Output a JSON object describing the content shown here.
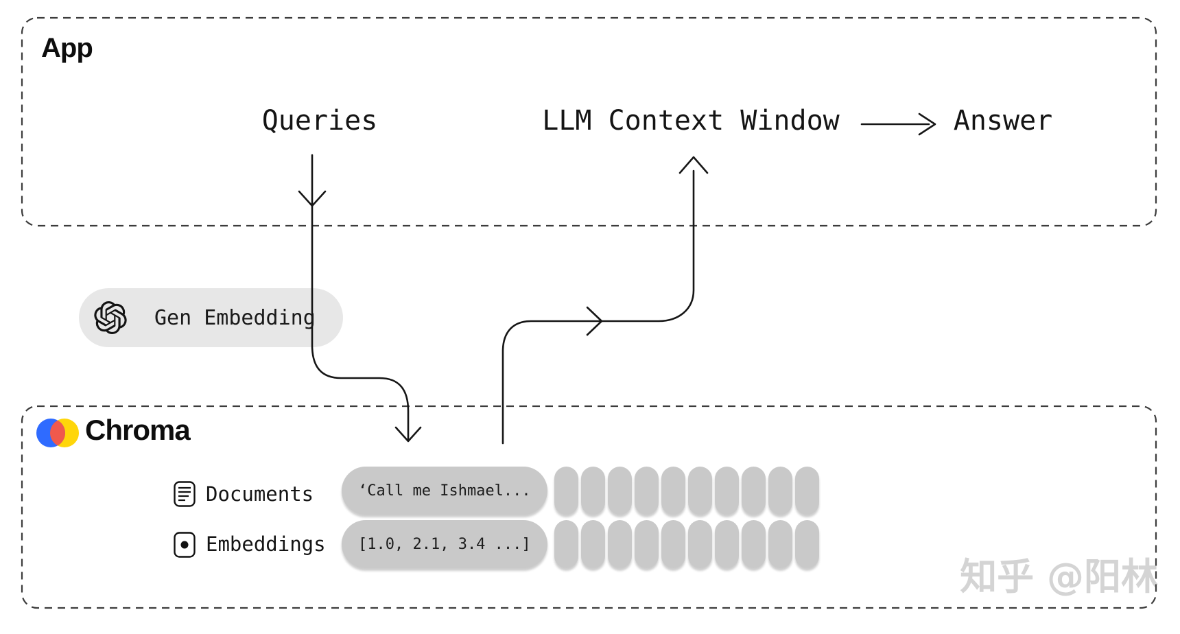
{
  "colors": {
    "line": "#161616",
    "border": "#3c3c3c",
    "pill_gray": "#c9c9c9",
    "light_pill": "#e7e7e7",
    "chroma_blue": "#2f6bff",
    "chroma_yellow": "#ffd60a",
    "chroma_red": "#f0594c",
    "watermark": "#d4d4d4",
    "text": "#111111"
  },
  "app": {
    "title": "App",
    "queries_label": "Queries",
    "llm_label": "LLM Context Window",
    "answer_label": "Answer"
  },
  "gen_embedding": {
    "label": "Gen Embedding",
    "icon": "openai-icon"
  },
  "chroma": {
    "title": "Chroma",
    "logo_icon": "chroma-logo-icon",
    "rows": [
      {
        "icon": "document-icon",
        "label": "Documents",
        "value": "‘Call me Ishmael...",
        "placeholder_count": 10
      },
      {
        "icon": "embedding-icon",
        "label": "Embeddings",
        "value": "[1.0, 2.1, 3.4 ...]",
        "placeholder_count": 10
      }
    ]
  },
  "watermark": "知乎 @阳林"
}
